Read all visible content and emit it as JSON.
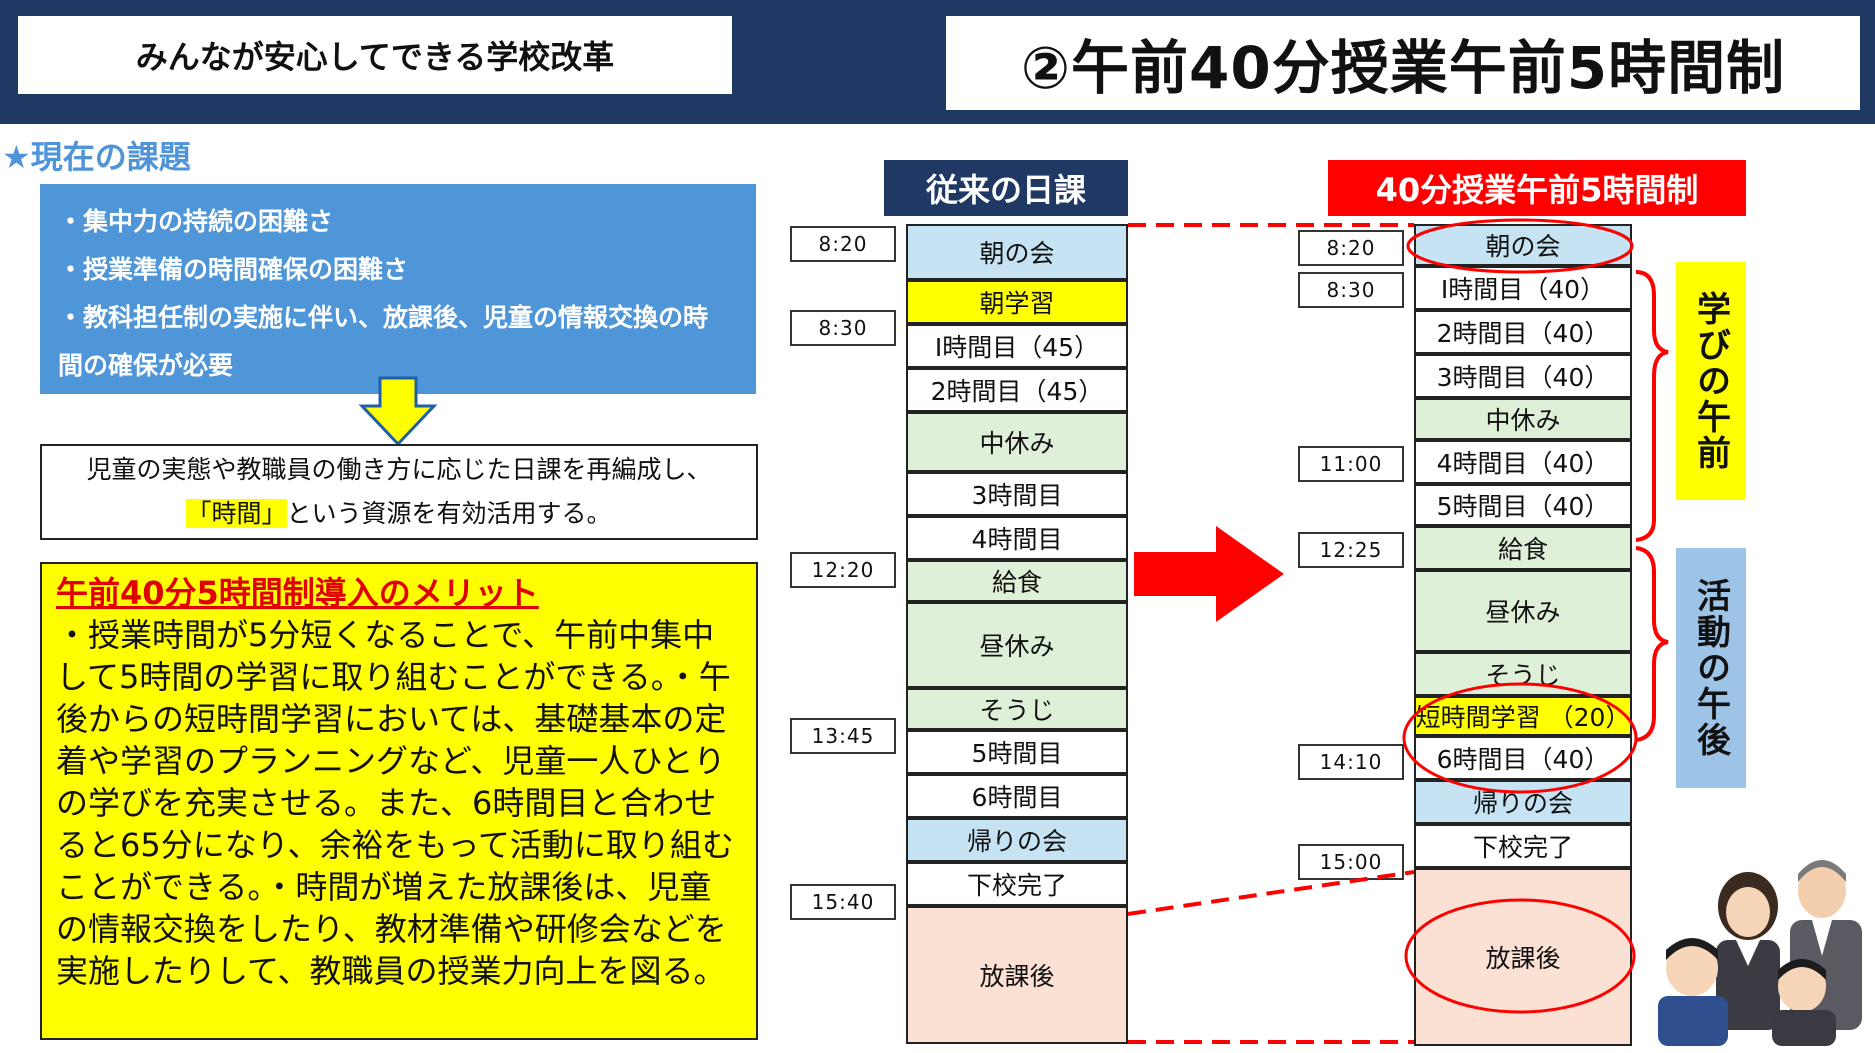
{
  "header": {
    "subtitle": "みんなが安心してできる学校改革",
    "title": "②午前40分授業午前5時間制"
  },
  "issues": {
    "heading": "★現在の課題",
    "items": [
      "・集中力の持続の困難さ",
      "・授業準備の時間確保の困難さ",
      "・教科担任制の実施に伴い、放課後、児童の情報交換の時",
      "間の確保が必要"
    ]
  },
  "goal": {
    "line1": "児童の実態や教職員の働き方に応じた日課を再編成し、",
    "highlight": "「時間」",
    "line2_rest": "という資源を有効活用する。"
  },
  "merit": {
    "heading": "午前40分5時間制導入のメリット",
    "body": "・授業時間が5分短くなることで、午前中集中して5時間の学習に取り組むことができる。・午後からの短時間学習においては、基礎基本の定着や学習のプランニングなど、児童一人ひとりの学びを充実させる。また、6時間目と合わせると65分になり、余裕をもって活動に取り組むことができる。・時間が増えた放課後は、児童の情報交換をしたり、教材準備や研修会などを実施したりして、教職員の授業力向上を図る。"
  },
  "old_schedule": {
    "header": "従来の日課",
    "times": [
      "8:20",
      "8:30",
      "12:20",
      "13:45",
      "15:40"
    ],
    "rows": [
      {
        "label": "朝の会",
        "color": "#c5e3f2"
      },
      {
        "label": "朝学習",
        "color": "#ffff00"
      },
      {
        "label": "Ⅰ時間目（45）",
        "color": "#ffffff"
      },
      {
        "label": "2時間目（45）",
        "color": "#ffffff"
      },
      {
        "label": "中休み",
        "color": "#dff0d8"
      },
      {
        "label": "3時間目",
        "color": "#ffffff"
      },
      {
        "label": "4時間目",
        "color": "#ffffff"
      },
      {
        "label": "給食",
        "color": "#dff0d8"
      },
      {
        "label": "昼休み",
        "color": "#dff0d8"
      },
      {
        "label": "そうじ",
        "color": "#dff0d8"
      },
      {
        "label": "5時間目",
        "color": "#ffffff"
      },
      {
        "label": "6時間目",
        "color": "#ffffff"
      },
      {
        "label": "帰りの会",
        "color": "#c5e3f2"
      },
      {
        "label": "下校完了",
        "color": "#ffffff"
      },
      {
        "label": "放課後",
        "color": "#fbe0d4"
      }
    ]
  },
  "new_schedule": {
    "header": "40分授業午前5時間制",
    "times": [
      "8:20",
      "8:30",
      "11:00",
      "12:25",
      "14:10",
      "15:00"
    ],
    "rows": [
      {
        "label": "朝の会",
        "color": "#c5e3f2"
      },
      {
        "label": "Ⅰ時間目（40）",
        "color": "#ffffff"
      },
      {
        "label": "2時間目（40）",
        "color": "#ffffff"
      },
      {
        "label": "3時間目（40）",
        "color": "#ffffff"
      },
      {
        "label": "中休み",
        "color": "#dff0d8"
      },
      {
        "label": "4時間目（40）",
        "color": "#ffffff"
      },
      {
        "label": "5時間目（40）",
        "color": "#ffffff"
      },
      {
        "label": "給食",
        "color": "#dff0d8"
      },
      {
        "label": "昼休み",
        "color": "#dff0d8"
      },
      {
        "label": "そうじ",
        "color": "#dff0d8"
      },
      {
        "label": "短時間学習 （20）",
        "color": "#ffff00"
      },
      {
        "label": "6時間目（40）",
        "color": "#ffffff"
      },
      {
        "label": "帰りの会",
        "color": "#c5e3f2"
      },
      {
        "label": "下校完了",
        "color": "#ffffff"
      },
      {
        "label": "放課後",
        "color": "#fbe0d4"
      }
    ],
    "side_labels": [
      "学びの午前",
      "活動の午後"
    ]
  }
}
